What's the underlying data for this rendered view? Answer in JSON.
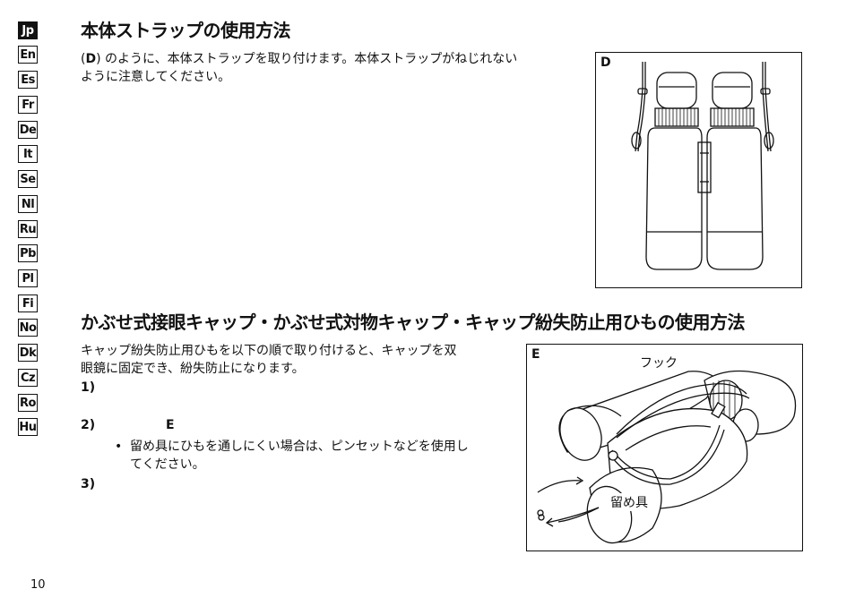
{
  "lang_tabs": [
    {
      "label": "Jp",
      "active": true
    },
    {
      "label": "En",
      "active": false
    },
    {
      "label": "Es",
      "active": false
    },
    {
      "label": "Fr",
      "active": false
    },
    {
      "label": "De",
      "active": false
    },
    {
      "label": "It",
      "active": false
    },
    {
      "label": "Se",
      "active": false
    },
    {
      "label": "Nl",
      "active": false
    },
    {
      "label": "Ru",
      "active": false
    },
    {
      "label": "Pb",
      "active": false
    },
    {
      "label": "Pl",
      "active": false
    },
    {
      "label": "Fi",
      "active": false
    },
    {
      "label": "No",
      "active": false
    },
    {
      "label": "Dk",
      "active": false
    },
    {
      "label": "Cz",
      "active": false
    },
    {
      "label": "Ro",
      "active": false
    },
    {
      "label": "Hu",
      "active": false
    }
  ],
  "section1": {
    "title": "本体ストラップの使用方法",
    "paren_open": "(",
    "ref_letter": "D",
    "paren_close": ")",
    "text_line1": " のように、本体ストラップを取り付けます。本体ストラップがねじれない",
    "text_line2": "ように注意してください。",
    "figure_label": "D"
  },
  "section2": {
    "title": "かぶせ式接眼キャップ・かぶせ式対物キャップ・キャップ紛失防止用ひもの使用方法",
    "intro_line1": "キャップ紛失防止用ひもを以下の順で取り付けると、キャップを双",
    "intro_line2": "眼鏡に固定でき、紛失防止になります。",
    "step1_num": "1)",
    "step2_num": "2)",
    "step2_ref": "E",
    "bullet": "•",
    "bullet_line1": "留め具にひもを通しにくい場合は、ピンセットなどを使用し",
    "bullet_line2": "てください。",
    "step3_num": "3)",
    "figure_label": "E",
    "callout_hook": "フック",
    "callout_clip": "留め具"
  },
  "page_number": "10"
}
